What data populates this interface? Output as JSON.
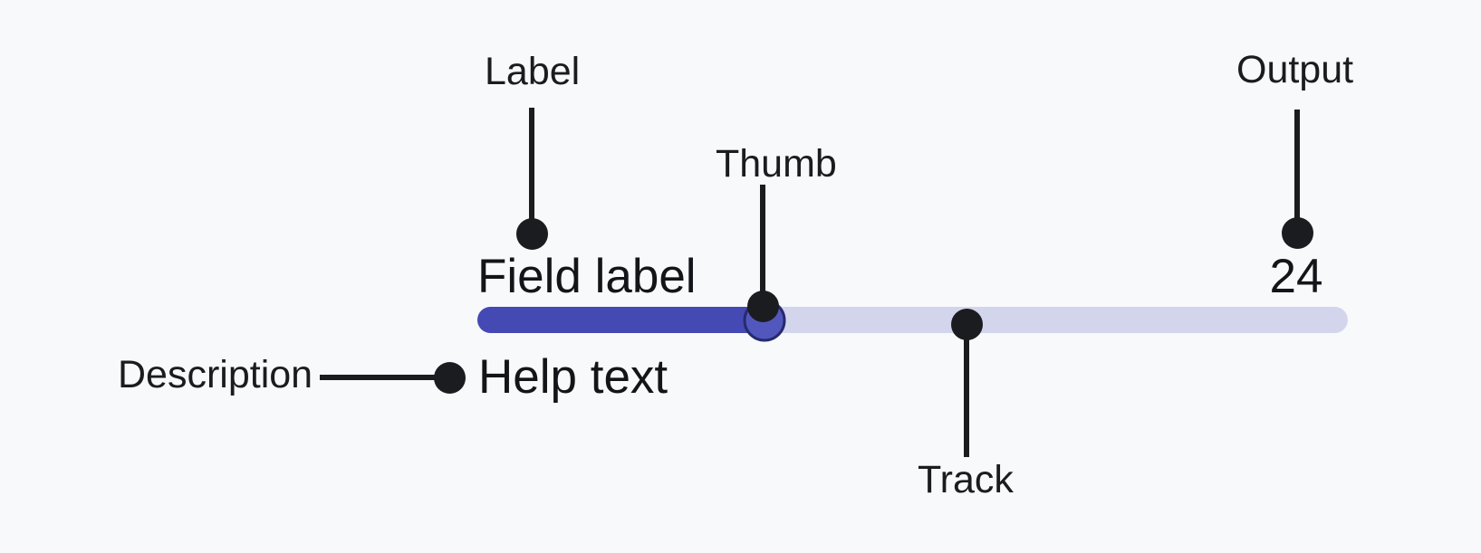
{
  "colors": {
    "background": "#F8F9FB",
    "annotation": "#1B1C20",
    "text": "#141519",
    "track_fill": "#4549B4",
    "track_empty": "#D3D5ED",
    "thumb_fill": "#5257BE",
    "thumb_border": "#262A6E"
  },
  "slider": {
    "field_label": "Field label",
    "output_value": "24",
    "help_text": "Help text",
    "value_percent": 33
  },
  "annotations": {
    "label": "Label",
    "thumb": "Thumb",
    "output": "Output",
    "track": "Track",
    "description": "Description"
  }
}
